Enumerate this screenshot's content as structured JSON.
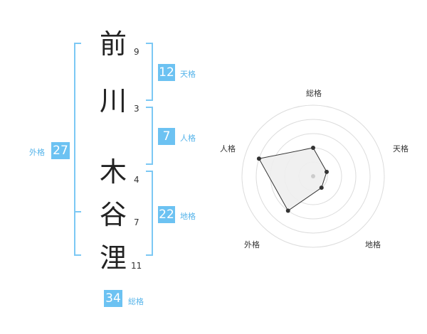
{
  "characters": [
    {
      "char": "前",
      "strokes": "9"
    },
    {
      "char": "川",
      "strokes": "3"
    },
    {
      "char": "木",
      "strokes": "4"
    },
    {
      "char": "谷",
      "strokes": "7"
    },
    {
      "char": "浬",
      "strokes": "11"
    }
  ],
  "fortunes": {
    "tenkaku": {
      "value": "12",
      "label": "天格"
    },
    "jinkaku": {
      "value": "7",
      "label": "人格"
    },
    "chikaku": {
      "value": "22",
      "label": "地格"
    },
    "gaikaku": {
      "value": "27",
      "label": "外格"
    },
    "soukaku": {
      "value": "34",
      "label": "総格"
    }
  },
  "colors": {
    "accent": "#6cc2f2",
    "bracket": "#7cc8f4",
    "label": "#56b4ea"
  },
  "chart_data": {
    "type": "radar",
    "axes": [
      "総格",
      "天格",
      "地格",
      "外格",
      "人格"
    ],
    "values": [
      2,
      1,
      1,
      3,
      4
    ],
    "range": [
      0,
      5
    ],
    "rings": 5
  }
}
